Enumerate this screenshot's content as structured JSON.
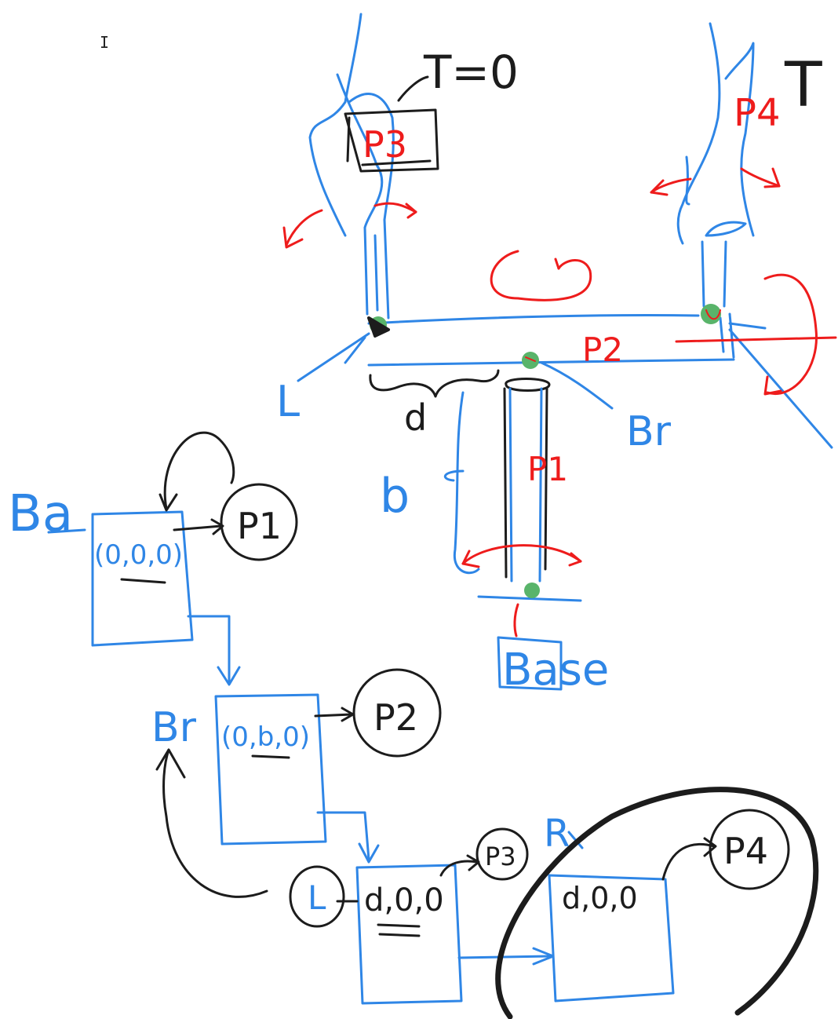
{
  "labels": {
    "t_eq_0": "T=0",
    "t_right": "T",
    "p3": "P3",
    "p4": "P4",
    "p2": "P2",
    "p1": "P1",
    "l": "L",
    "d": "d",
    "b": "b",
    "br": "Br",
    "base": "Base",
    "ba": "Ba",
    "r": "R"
  },
  "tree": {
    "ba_node": "(0,0,0)",
    "br_node": "(0,b,0)",
    "l_node": "d,0,0",
    "r_node": "d,0,0",
    "p1_circle": "P1",
    "p2_circle": "P2",
    "p3_circle": "P3",
    "p4_circle": "P4",
    "l_circle": "L"
  },
  "colors": {
    "blue": "#2f86e6",
    "red": "#ee1c1c",
    "black": "#1c1c1c",
    "green": "#59b46a"
  },
  "cursor_glyph": "I"
}
